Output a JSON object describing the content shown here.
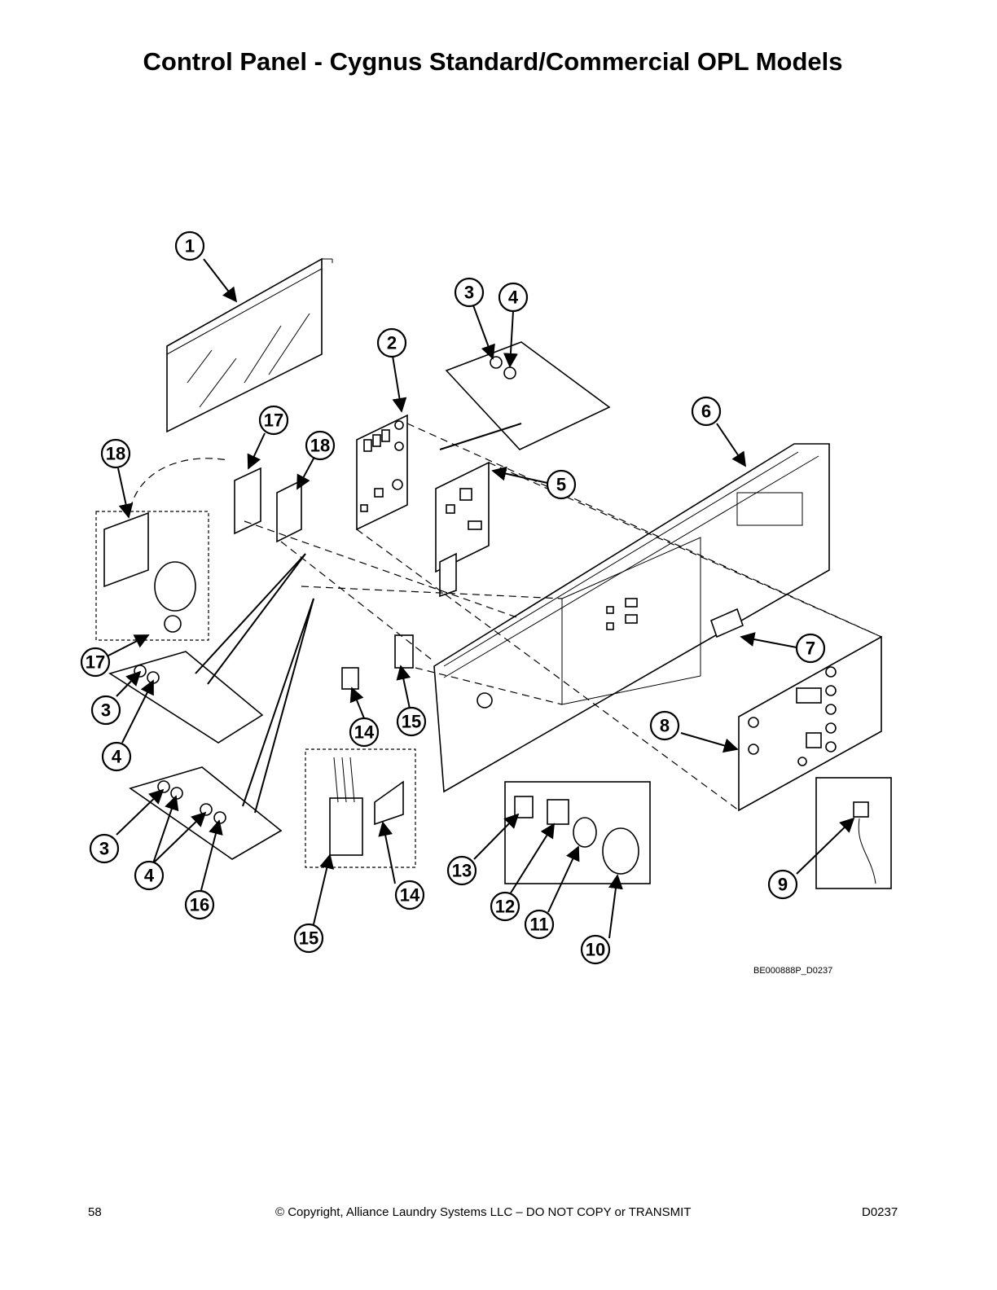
{
  "page_title": "Control Panel - Cygnus Standard/Commercial OPL Models",
  "drawing_reference": "BE000888P_D0237",
  "footer": {
    "page_number": "58",
    "copyright": "© Copyright, Alliance Laundry Systems LLC – DO NOT COPY or TRANSMIT",
    "document_code": "D0237"
  },
  "callouts": [
    "1",
    "2",
    "3",
    "4",
    "5",
    "6",
    "7",
    "8",
    "9",
    "10",
    "11",
    "12",
    "13",
    "14",
    "15",
    "16",
    "17",
    "18"
  ]
}
